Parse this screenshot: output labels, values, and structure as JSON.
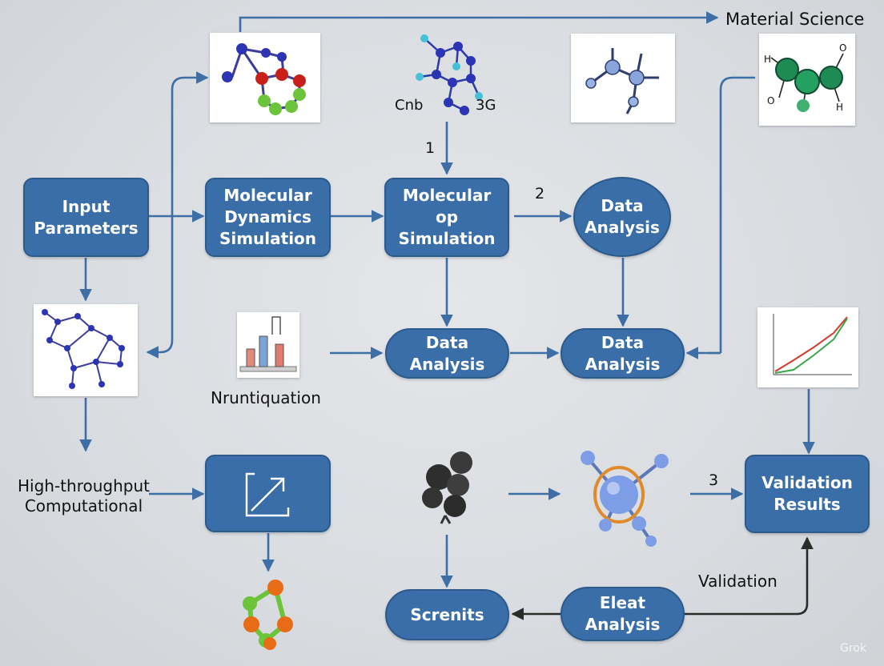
{
  "diagram": {
    "top_label": "Material Science",
    "nodes": {
      "input_parameters": "Input\nParameters",
      "md_simulation": "Molecular\nDynamics\nSimulation",
      "mop_simulation": "Molecular\nop\nSimulation",
      "data_analysis_top": "Data\nAnalysis",
      "data_analysis_mid_left": "Data Analysis",
      "data_analysis_mid_right": "Data Analysis",
      "validation_results": "Validation\nResults",
      "screnits": "Screnits",
      "eleat_analysis": "Eleat\nAnalysis"
    },
    "labels": {
      "molecule_left_text": "Cnb",
      "molecule_right_text": "3G",
      "step_1": "1",
      "step_2": "2",
      "step_3": "3",
      "nruntiquation": "Nruntiquation",
      "high_throughput": "High-throughput\nComputational",
      "validation": "Validation"
    },
    "watermark": "Grok"
  },
  "colors": {
    "node_fill": "#3a6ea8",
    "connector": "#3d6ea5",
    "dark_connector": "#2a2a2a",
    "background": "#dcdfe3"
  }
}
